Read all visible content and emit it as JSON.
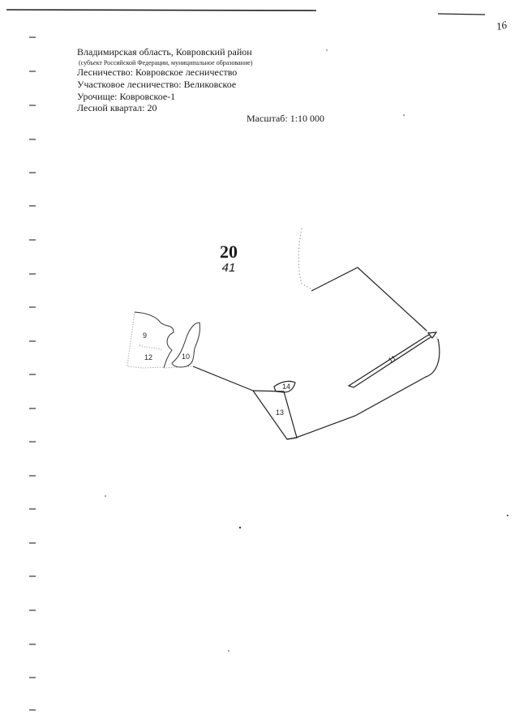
{
  "header": {
    "region": "Владимирская область, Ковровский район",
    "subject_note": "(субъект Российской Федерации, муниципальное образование)",
    "forestry": "Лесничество: Ковровское лесничество",
    "district_forestry": "Участковое лесничество: Великовское",
    "tract": "Урочище: Ковровское-1",
    "forest_quarter": "Лесной квартал: 20"
  },
  "scale_label": "Масштаб: 1:10 000",
  "page_number": "16",
  "map": {
    "quarter_number": "20",
    "quarter_sub_number": "41",
    "plot_labels": [
      "9",
      "12",
      "10",
      "14",
      "13",
      "11"
    ]
  }
}
